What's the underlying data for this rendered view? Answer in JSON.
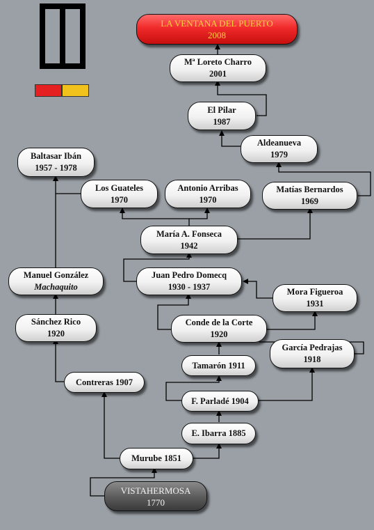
{
  "nodes": {
    "ventana": {
      "line1": "LA VENTANA  DEL PUERTO",
      "line2": "2008"
    },
    "loreto": {
      "line1": "Mª Loreto Charro",
      "line2": "2001"
    },
    "pilar": {
      "line1": "El Pilar",
      "line2": "1987"
    },
    "aldeanueva": {
      "line1": "Aldeanueva",
      "line2": "1979"
    },
    "baltasar": {
      "line1": "Baltasar Ibán",
      "line2": "1957 - 1978"
    },
    "guateles": {
      "line1": "Los Guateles",
      "line2": "1970"
    },
    "arribas": {
      "line1": "Antonio Arribas",
      "line2": "1970"
    },
    "bernardos": {
      "line1": "Matías Bernardos",
      "line2": "1969"
    },
    "fonseca": {
      "line1": "María A. Fonseca",
      "line2": "1942"
    },
    "machaquito": {
      "line1": "Manuel González",
      "line2": "Machaquito"
    },
    "domecq": {
      "line1": "Juan Pedro Domecq",
      "line2": "1930 - 1937"
    },
    "figueroa": {
      "line1": "Mora Figueroa",
      "line2": "1931"
    },
    "sanchez": {
      "line1": "Sánchez Rico",
      "line2": "1920"
    },
    "corte": {
      "line1": "Conde de la Corte",
      "line2": "1920"
    },
    "pedrajas": {
      "line1": "García Pedrajas",
      "line2": "1918"
    },
    "tamaron": {
      "line1": "Tamarón 1911",
      "line2": ""
    },
    "contreras": {
      "line1": "Contreras 1907",
      "line2": ""
    },
    "parlade": {
      "line1": "F. Parladé 1904",
      "line2": ""
    },
    "ibarra": {
      "line1": "E. Ibarra 1885",
      "line2": ""
    },
    "murube": {
      "line1": "Murube 1851",
      "line2": ""
    },
    "vistahermosa": {
      "line1": "VISTAHERMOSA",
      "line2": "1770"
    }
  },
  "colors": {
    "top_node": "#e82323",
    "top_text": "#ffd23f",
    "root_node": "#4d4d4d",
    "background": "#9aa0a6",
    "swatch_red": "#e52020",
    "swatch_yellow": "#f2c21c"
  }
}
